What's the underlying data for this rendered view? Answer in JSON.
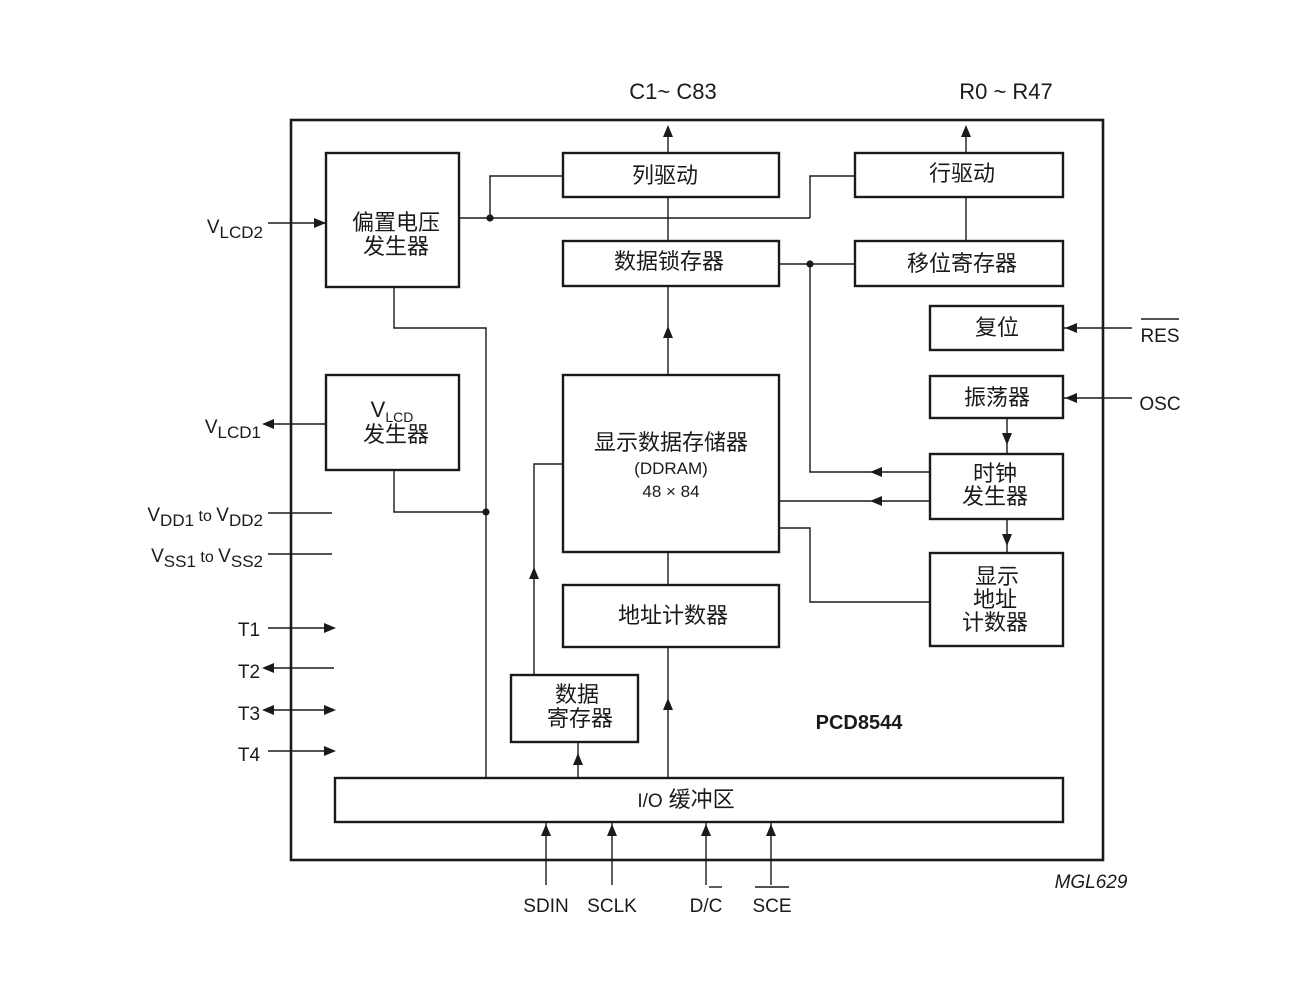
{
  "chip": {
    "name": "PCD8544",
    "figure_ref": "MGL629"
  },
  "blocks": {
    "bias": [
      "偏置电压",
      "发生器"
    ],
    "col_driver": "列驱动",
    "row_driver": "行驱动",
    "data_latch": "数据锁存器",
    "shift_reg": "移位寄存器",
    "reset": "复位",
    "vlcd_gen": {
      "v": "V",
      "sub": "LCD",
      "line2": "发生器"
    },
    "oscillator": "振荡器",
    "ddram": {
      "title": "显示数据存储器",
      "name": "(DDRAM)",
      "size": "48 × 84"
    },
    "clock_gen": [
      "时钟",
      "发生器"
    ],
    "addr_counter": "地址计数器",
    "disp_addr_counter": [
      "显示",
      "地址",
      "计数器"
    ],
    "data_reg": [
      "数据",
      "寄存器"
    ],
    "io_buffer": {
      "prefix": "I/O",
      "text": "缓冲区"
    }
  },
  "pins": {
    "top_col": "C1~ C83",
    "top_row": "R0 ~ R47",
    "vlcd2": {
      "v": "V",
      "sub": "LCD2"
    },
    "vlcd1": {
      "v": "V",
      "sub": "LCD1"
    },
    "vdd": {
      "v1": "V",
      "s1": "DD1",
      "to": " to ",
      "v2": "V",
      "s2": "DD2"
    },
    "vss": {
      "v1": "V",
      "s1": "SS1",
      "to": " to ",
      "v2": "V",
      "s2": "SS2"
    },
    "t1": "T1",
    "t2": "T2",
    "t3": "T3",
    "t4": "T4",
    "res": "RES",
    "osc": "OSC",
    "sdin": "SDIN",
    "sclk": "SCLK",
    "dc": "D/C",
    "sce": "SCE"
  }
}
